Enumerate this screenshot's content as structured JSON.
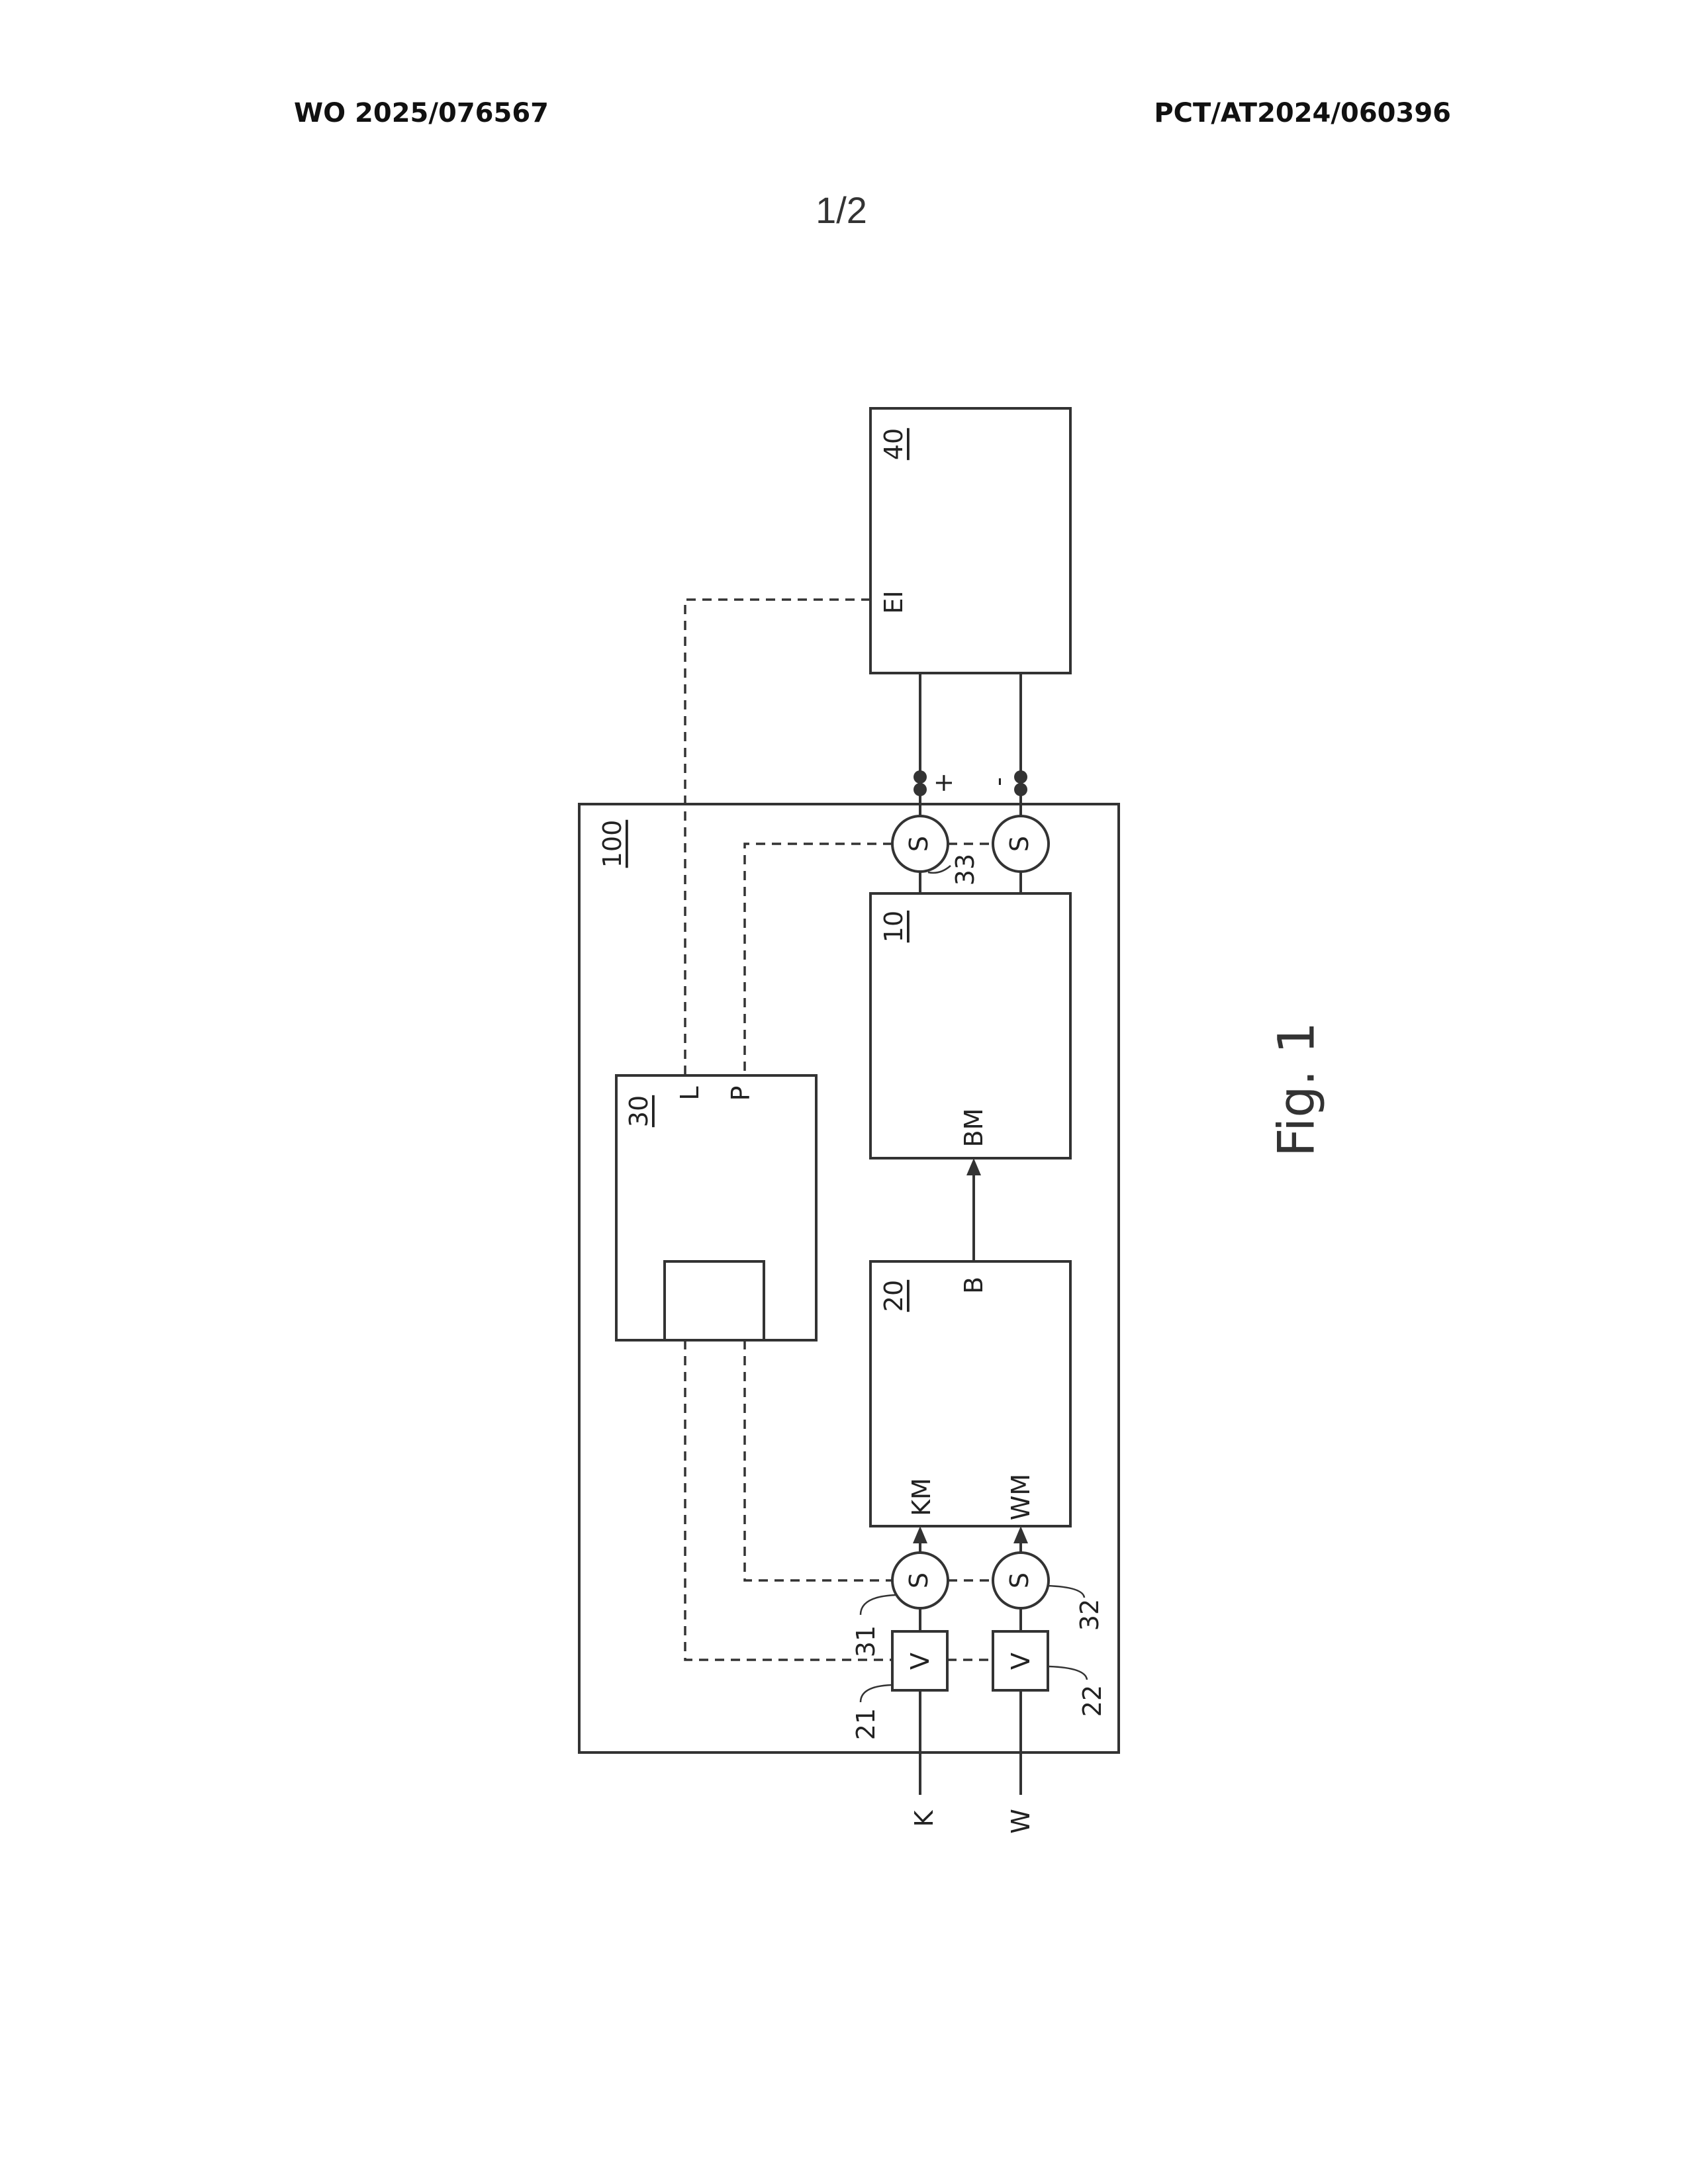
{
  "header": {
    "left": "WO 2025/076567",
    "right": "PCT/AT2024/060396",
    "sheet": "1/2"
  },
  "figure": {
    "caption": "Fig. 1",
    "blocks": {
      "b40": "40",
      "b10": "10",
      "b20": "20",
      "b30": "30",
      "b100": "100"
    },
    "ports": {
      "ei": "EI",
      "bm": "BM",
      "b": "B",
      "km": "KM",
      "wm": "WM",
      "l": "L",
      "p": "P",
      "plus": "+",
      "minus": "-"
    },
    "inputs": {
      "k": "K",
      "w": "W"
    },
    "sensor_symbol": "S",
    "valve_symbol": "V",
    "refs": {
      "r21": "21",
      "r22": "22",
      "r31": "31",
      "r32": "32",
      "r33": "33"
    }
  }
}
